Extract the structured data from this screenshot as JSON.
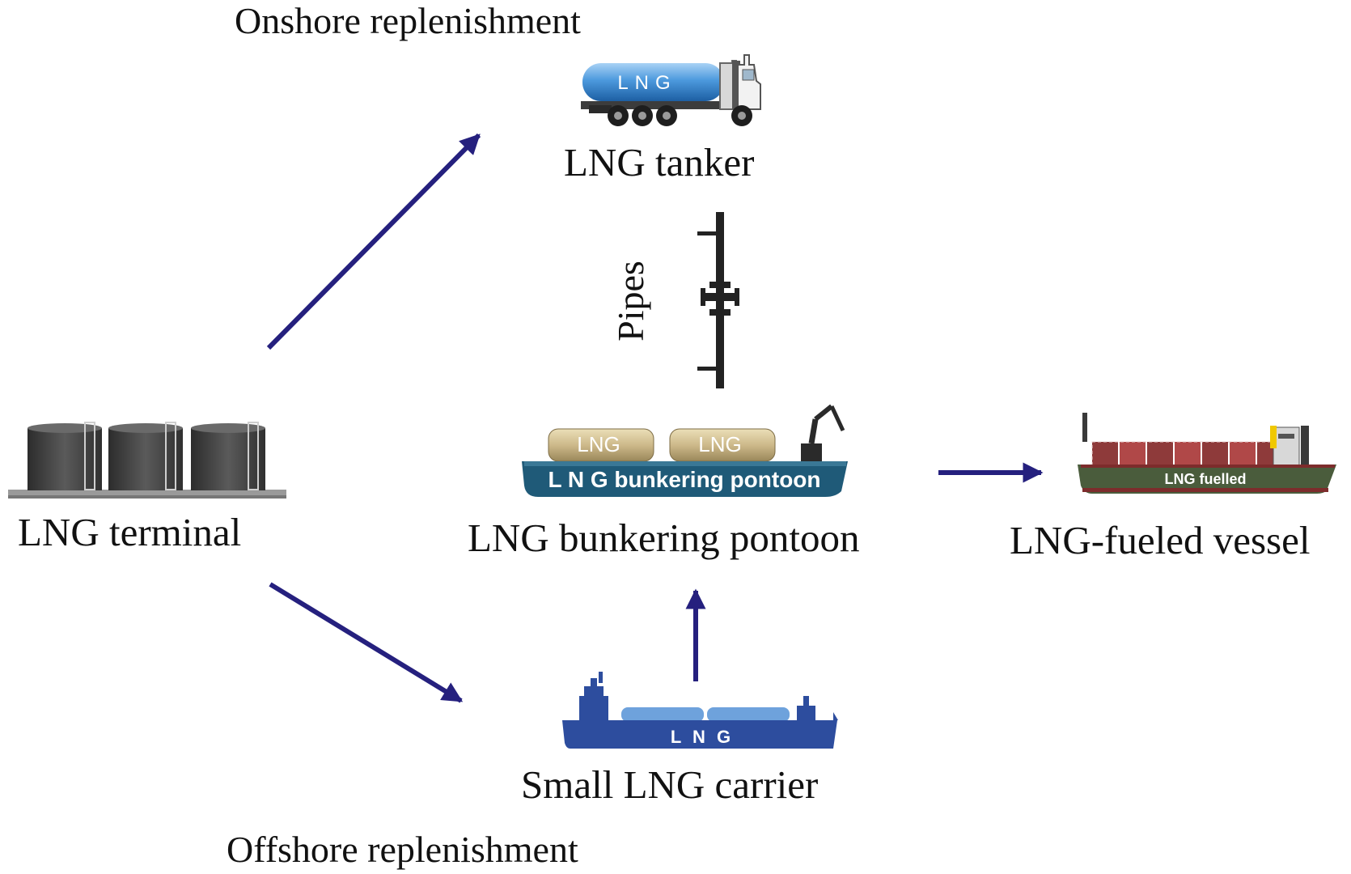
{
  "labels": {
    "onshore": "Onshore replenishment",
    "offshore": "Offshore replenishment",
    "tanker": "LNG tanker",
    "pipes": "Pipes",
    "terminal": "LNG terminal",
    "pontoon": "LNG bunkering pontoon",
    "vessel": "LNG-fueled vessel",
    "carrier": "Small LNG carrier"
  },
  "artwork_text": {
    "tanker_tank": "LNG",
    "pontoon_tank_left": "LNG",
    "pontoon_tank_right": "LNG",
    "pontoon_hull": "L N G bunkering pontoon",
    "vessel_hull": "LNG fuelled",
    "carrier_hull": "L N G"
  },
  "colors": {
    "arrow": "#25207e",
    "carrier": "#2d4d9e",
    "carrier_tanks": "#6ea2dc",
    "pontoon_hull": "#1f5a78",
    "pontoon_tanks": "#cdb98a",
    "tanker_tank": "#4c99dd",
    "terminal_tank": "#4a4a4a",
    "vessel_hull": "#4a5c3c"
  }
}
